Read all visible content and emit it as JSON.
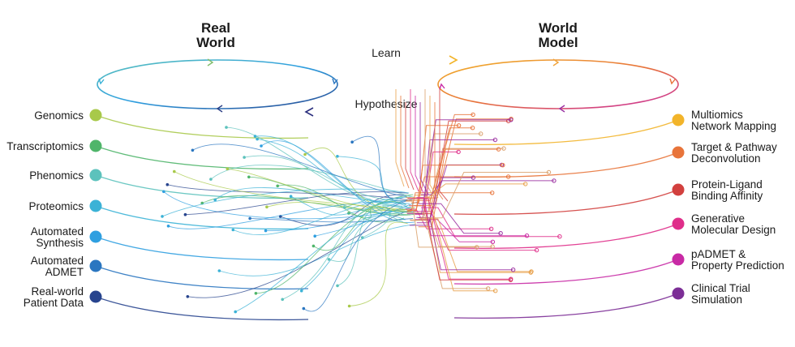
{
  "real_world": {
    "title_line1": "Real",
    "title_line2": "World",
    "items": [
      {
        "lines": [
          "Genomics"
        ],
        "color": "#a8c94a"
      },
      {
        "lines": [
          "Transcriptomics"
        ],
        "color": "#4fb56a"
      },
      {
        "lines": [
          "Phenomics"
        ],
        "color": "#5cc2bc"
      },
      {
        "lines": [
          "Proteomics"
        ],
        "color": "#3bb2d6"
      },
      {
        "lines": [
          "Automated",
          "Synthesis"
        ],
        "color": "#2f9fe0"
      },
      {
        "lines": [
          "Automated",
          "ADMET"
        ],
        "color": "#2a76c0"
      },
      {
        "lines": [
          "Real-world",
          "Patient Data"
        ],
        "color": "#27448e"
      }
    ]
  },
  "world_model": {
    "title_line1": "World",
    "title_line2": "Model",
    "items": [
      {
        "lines": [
          "Multiomics",
          "Network Mapping"
        ],
        "color": "#f2b42a"
      },
      {
        "lines": [
          "Target & Pathway",
          "Deconvolution"
        ],
        "color": "#e8743a"
      },
      {
        "lines": [
          "Protein-Ligand",
          "Binding Affinity"
        ],
        "color": "#d2403e"
      },
      {
        "lines": [
          "Generative",
          "Molecular Design"
        ],
        "color": "#df2e8a"
      },
      {
        "lines": [
          "pADMET &",
          "Property Prediction"
        ],
        "color": "#c82aa5"
      },
      {
        "lines": [
          "Clinical Trial",
          "Simulation"
        ],
        "color": "#7c2e96"
      }
    ]
  },
  "arrows": {
    "learn": "Learn",
    "hypothesize": "Hypothesize"
  }
}
